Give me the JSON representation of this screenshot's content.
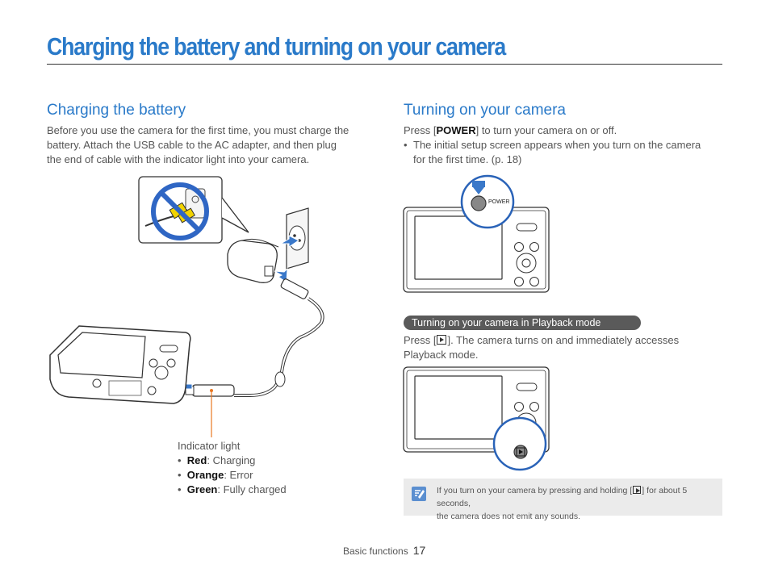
{
  "page": {
    "title": "Charging the battery and turning on your camera",
    "footer_section": "Basic functions",
    "footer_page": "17"
  },
  "charging": {
    "heading": "Charging the battery",
    "body_line1": "Before you use the camera for the first time, you must charge the",
    "body_line2": "battery. Attach the USB cable to the AC adapter, and then plug",
    "body_line3": "the end of cable with the indicator light into your camera.",
    "indicator_title": "Indicator light",
    "indicator": [
      {
        "color": "Red",
        "state": ": Charging"
      },
      {
        "color": "Orange",
        "state": ": Error"
      },
      {
        "color": "Green",
        "state": ": Fully charged"
      }
    ],
    "bullet_symbol": "•"
  },
  "turning_on": {
    "heading": "Turning on your camera",
    "press_prefix": "Press [",
    "power_key": "POWER",
    "press_suffix": "] to turn your camera on or off.",
    "bullet_line1": "The initial setup screen appears when you turn on the camera",
    "bullet_line2": "for the first time. (p. 18)",
    "power_label": "POWER",
    "playback_title": "Turning on your camera in Playback mode",
    "playback_prefix": "Press [",
    "playback_line1_suffix": "]. The camera turns on and immediately accesses",
    "playback_line2": "Playback mode.",
    "note_line1_prefix": "If you turn on your camera by pressing and holding [",
    "note_line1_suffix": "] for about 5 seconds,",
    "note_line2": "the camera does not emit any sounds."
  },
  "colors": {
    "accent": "#2a7ac9",
    "arrow_blue": "#3a78c9",
    "indicator_line": "#e87722",
    "prohibit_blue": "#2f66c4",
    "plug_yellow": "#f2d300"
  }
}
